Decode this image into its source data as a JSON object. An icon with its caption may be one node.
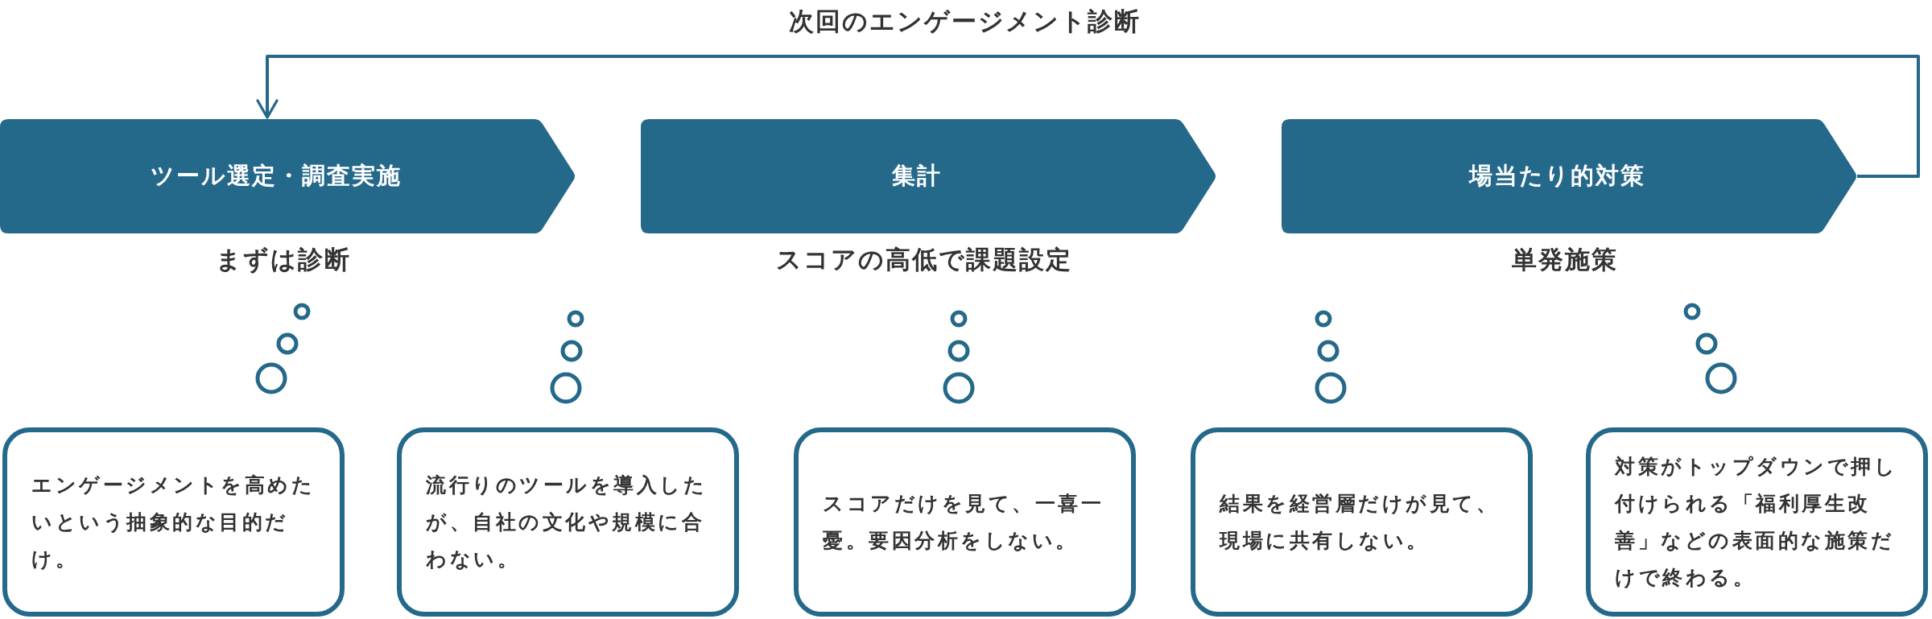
{
  "diagram": {
    "nodes": [
      {
        "text": [
          "ツール選定・調査実施"
        ],
        "beside": [
          "まずは診断"
        ]
      },
      {
        "text": [
          "集計"
        ],
        "beside": [
          "スコアの高低で課題設定"
        ]
      },
      {
        "text": [
          "場当たり的対策"
        ],
        "beside": [
          "単発施策"
        ]
      },
      {
        "text": [
          "エンゲージメントを高めたいという抽象的な目的だけ。"
        ]
      },
      {
        "text": [
          "流行りのツールを導入したが、自社の文化や規模に合わない。"
        ]
      },
      {
        "text": [
          "スコアだけを見て、一喜一憂。要因分析をしない。"
        ]
      },
      {
        "text": [
          "結果を経営層だけが見て、現場に共有しない。"
        ]
      },
      {
        "text": [
          "対策がトップダウンで押し付けられる「福利厚生改善」などの表面的な施策だけで終わる。"
        ]
      }
    ],
    "edges": [
      {
        "from": 2,
        "to": 0,
        "arrow": "to",
        "label": "次回のエンゲージメント診断"
      }
    ]
  }
}
